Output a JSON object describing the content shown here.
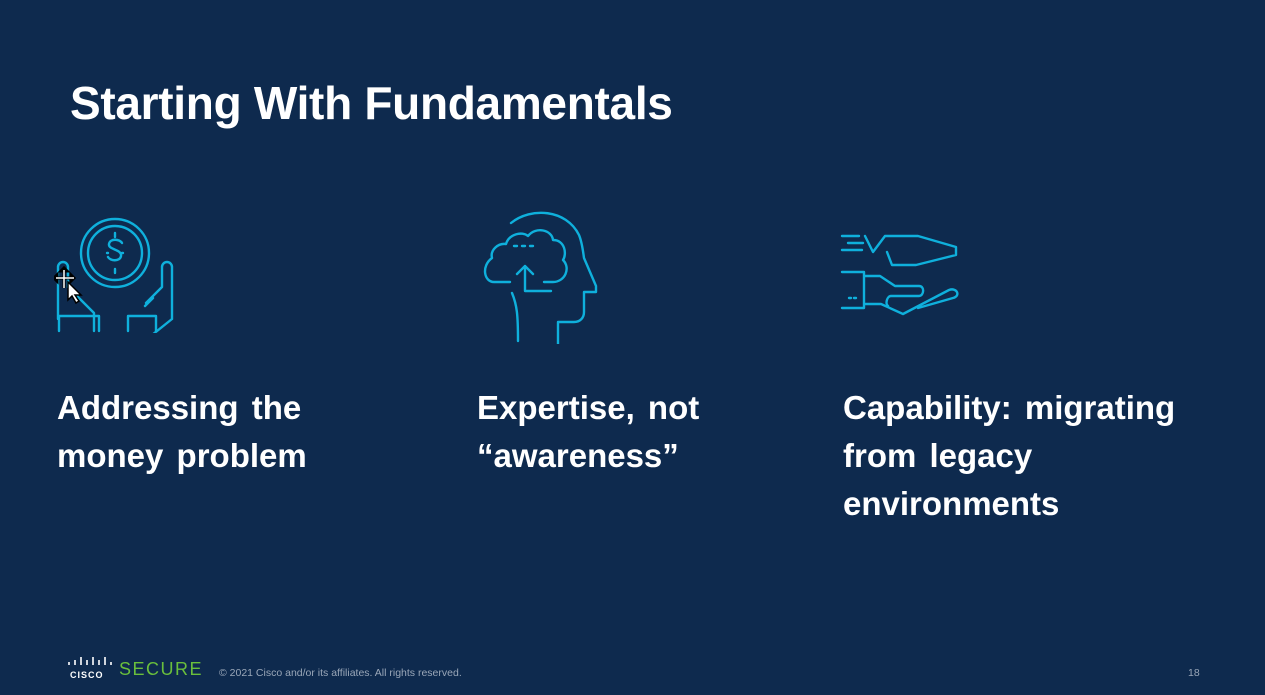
{
  "slide": {
    "title": "Starting With Fundamentals",
    "page_number": "18"
  },
  "columns": [
    {
      "icon": "money-hands-icon",
      "lines": [
        "Addressing  the",
        "money problem"
      ]
    },
    {
      "icon": "head-cloud-upload-icon",
      "lines": [
        "Expertise, not",
        "“awareness”"
      ]
    },
    {
      "icon": "hand-paper-plane-icon",
      "lines": [
        "Capability: migrating",
        "from legacy",
        "environments"
      ]
    }
  ],
  "footer": {
    "logo_text": "cisco",
    "brand": "SECURE",
    "copyright": "© 2021  Cisco and/or its affiliates.  All rights reserved."
  },
  "colors": {
    "background": "#0e2a4e",
    "icon": "#0fb0dc",
    "brand": "#6abf3c"
  }
}
